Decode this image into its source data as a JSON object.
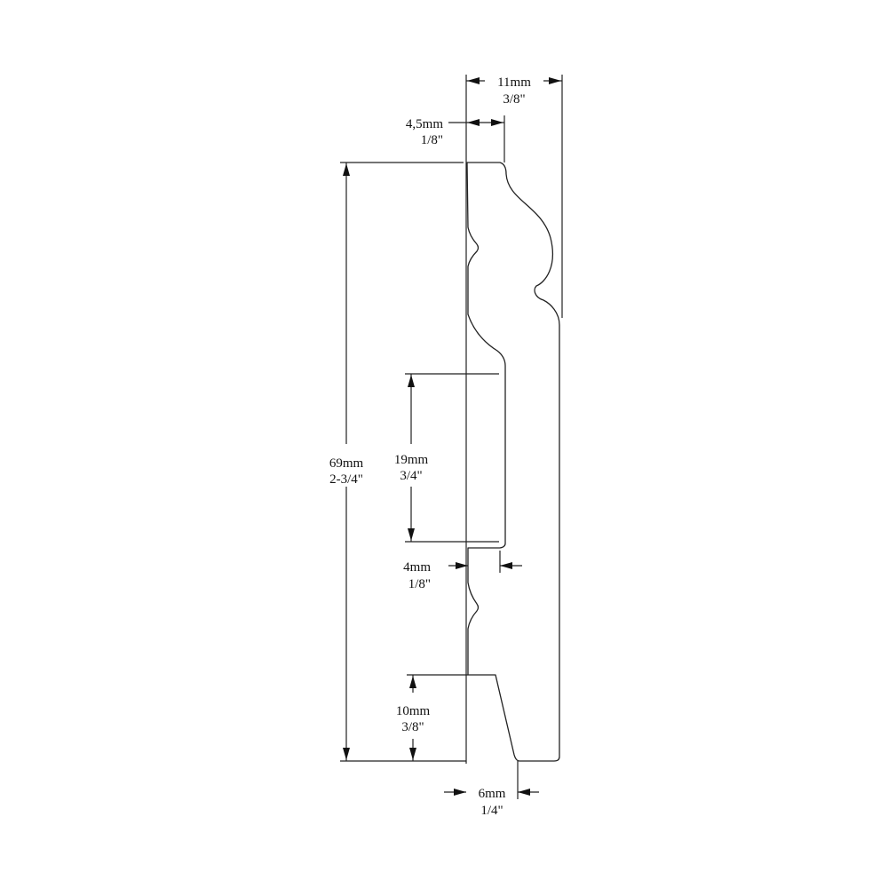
{
  "dimensions": {
    "overall_depth": {
      "metric": "11mm",
      "imperial": "3/8\""
    },
    "top_lip": {
      "metric": "4,5mm",
      "imperial": "1/8\""
    },
    "height": {
      "metric": "69mm",
      "imperial": "2-3/4\""
    },
    "recess": {
      "metric": "19mm",
      "imperial": "3/4\""
    },
    "recess_depth": {
      "metric": "4mm",
      "imperial": "1/8\""
    },
    "base_height": {
      "metric": "10mm",
      "imperial": "3/8\""
    },
    "base_width": {
      "metric": "6mm",
      "imperial": "1/4\""
    }
  }
}
